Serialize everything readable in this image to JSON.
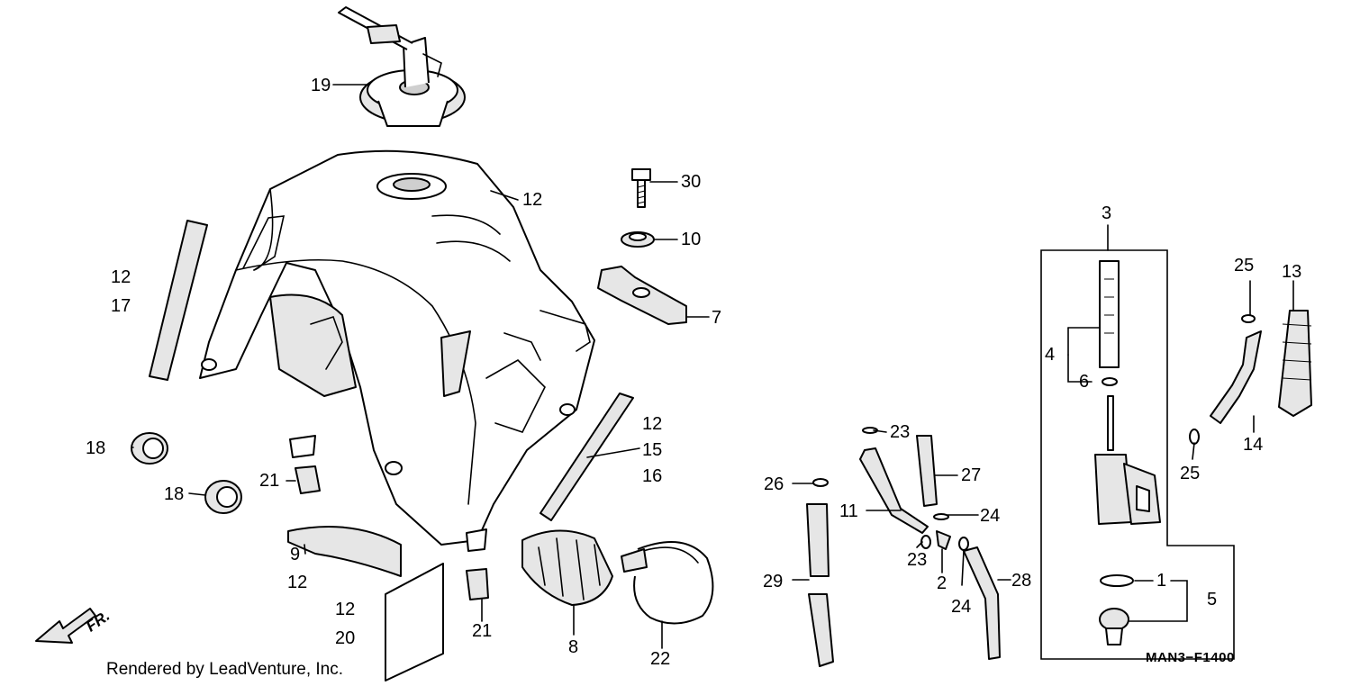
{
  "diagram": {
    "part_labels": {
      "l1": "1",
      "l2": "2",
      "l3": "3",
      "l4": "4",
      "l5": "5",
      "l6": "6",
      "l7": "7",
      "l8": "8",
      "l9": "9",
      "l10": "10",
      "l11": "11",
      "l12a": "12",
      "l12b": "12",
      "l12c": "12",
      "l12d": "12",
      "l12e": "12",
      "l13": "13",
      "l14": "14",
      "l15": "15",
      "l16": "16",
      "l17": "17",
      "l18a": "18",
      "l18b": "18",
      "l19": "19",
      "l20": "20",
      "l21a": "21",
      "l21b": "21",
      "l22": "22",
      "l23a": "23",
      "l23b": "23",
      "l24a": "24",
      "l24b": "24",
      "l25a": "25",
      "l25b": "25",
      "l26": "26",
      "l27": "27",
      "l28": "28",
      "l29": "29",
      "l30": "30"
    },
    "diagram_code": "MAN3−F1400",
    "credit": "Rendered by LeadVenture, Inc.",
    "direction_marker": "FR."
  }
}
